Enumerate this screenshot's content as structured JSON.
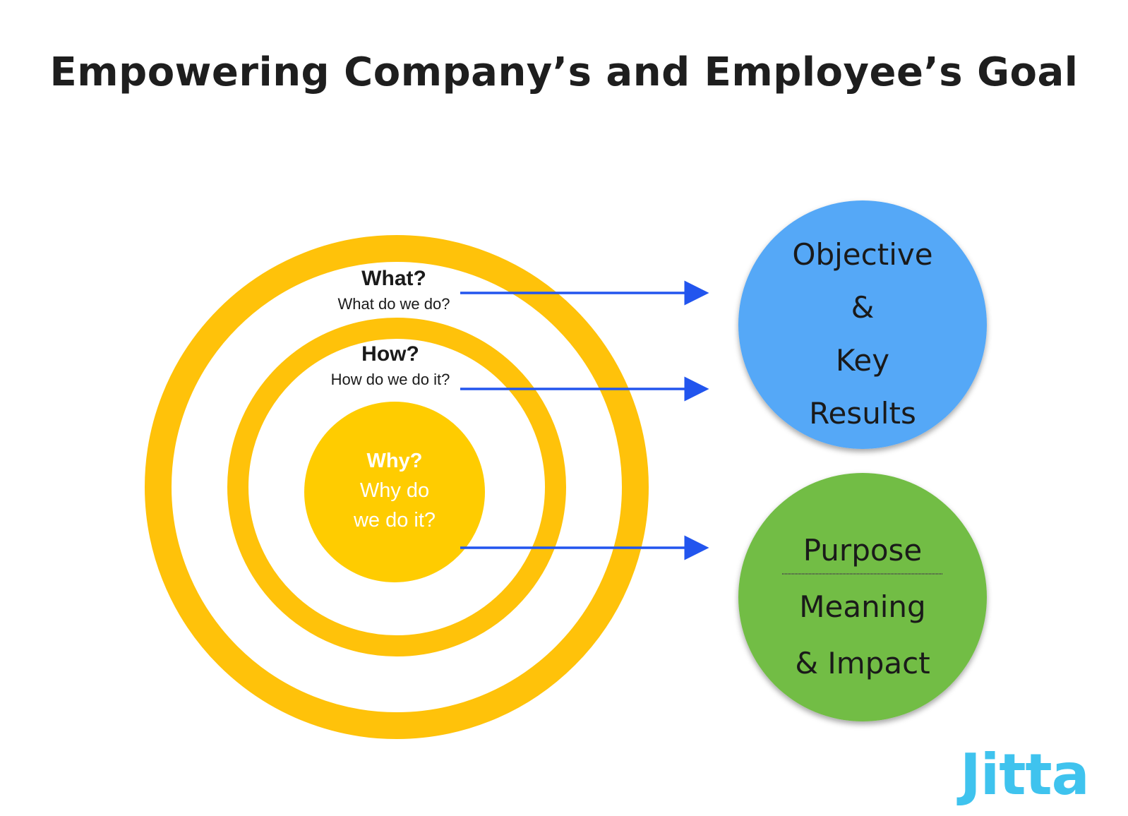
{
  "title": "Empowering Company’s and Employee’s Goal",
  "golden_circle": {
    "what": {
      "heading": "What?",
      "question": "What do we do?"
    },
    "how": {
      "heading": "How?",
      "question": "How do we do it?"
    },
    "why": {
      "heading": "Why?",
      "question_line1": "Why do",
      "question_line2": "we do it?"
    },
    "colors": {
      "ring": "#ffc20a",
      "core": "#ffcc00"
    }
  },
  "okr_circle": {
    "lines": [
      "Objective",
      "&",
      "Key",
      "Results"
    ],
    "color": "#55a8f7"
  },
  "purpose_circle": {
    "top": "Purpose",
    "bottom_lines": [
      "Meaning",
      "& Impact"
    ],
    "color": "#72bd45"
  },
  "arrow_color": "#2255ee",
  "logo": {
    "text": "Jitta",
    "color": "#3fc3ee"
  }
}
